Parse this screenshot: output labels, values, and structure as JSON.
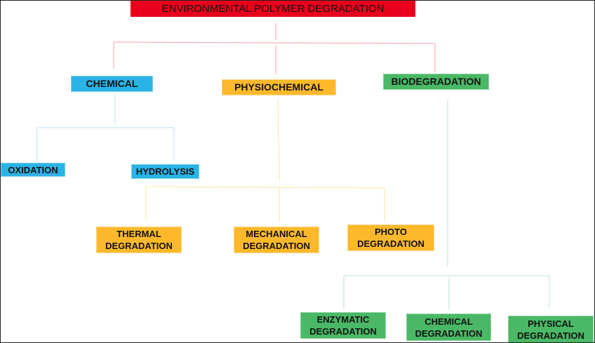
{
  "title": "ENVIRONMENTAL POLYMER DEGRADATION",
  "categories": {
    "chemical": {
      "label": "CHEMICAL",
      "children": [
        "OXIDATION",
        "HYDROLYSIS"
      ]
    },
    "physiochemical": {
      "label": "PHYSIOCHEMICAL",
      "children": [
        [
          "THERMAL",
          "DEGRADATION"
        ],
        [
          "MECHANICAL",
          "DEGRADATION"
        ],
        [
          "PHOTO",
          "DEGRADATION"
        ]
      ]
    },
    "biodegradation": {
      "label": "BIODEGRADATION",
      "children": [
        [
          "ENZYMATIC",
          "DEGRADATION"
        ],
        [
          "CHEMICAL",
          "DEGRADATION"
        ],
        [
          "PHYSICAL",
          "DEGRADATION"
        ]
      ]
    }
  },
  "colors": {
    "root": "#e8001c",
    "chemical": "#29b3e6",
    "physiochemical": "#fdb92b",
    "biodegradation": "#4ab866"
  }
}
